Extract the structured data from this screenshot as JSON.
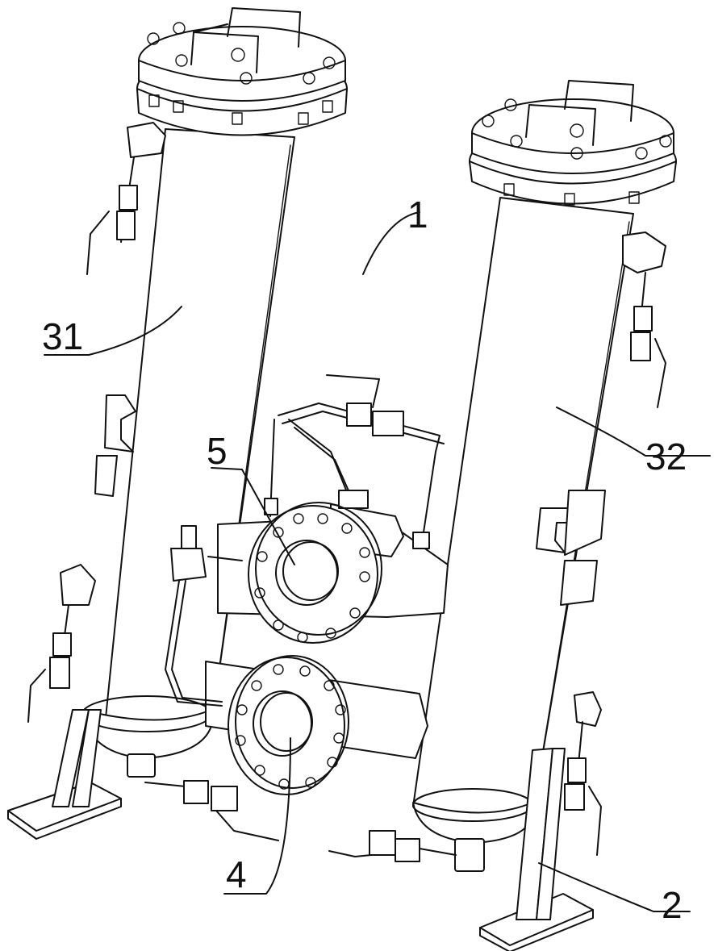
{
  "labels": {
    "body": "1",
    "base": "2",
    "inlet_flange": "4",
    "valve": "5",
    "filter_left": "31",
    "filter_right": "32"
  }
}
